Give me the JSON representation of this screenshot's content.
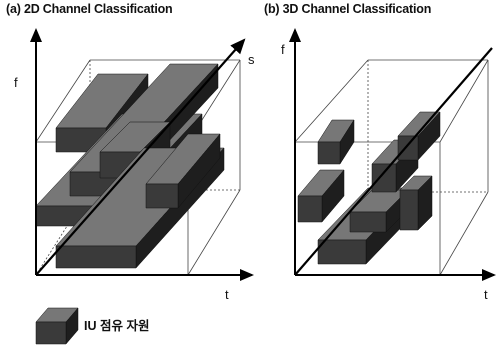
{
  "panel_a": {
    "title": "(a)  2D Channel Classification",
    "f_label": "f",
    "t_label": "t",
    "s_label": "s"
  },
  "panel_b": {
    "title": "(b) 3D Channel Classification",
    "f_label": "f",
    "t_label": "t"
  },
  "legend": {
    "label": "IU 점유 자원"
  },
  "colors": {
    "block_front": "#3a3a3a",
    "block_top": "#777777",
    "block_side": "#1e1e1e",
    "line": "#000000",
    "cube_edge": "#444444"
  }
}
